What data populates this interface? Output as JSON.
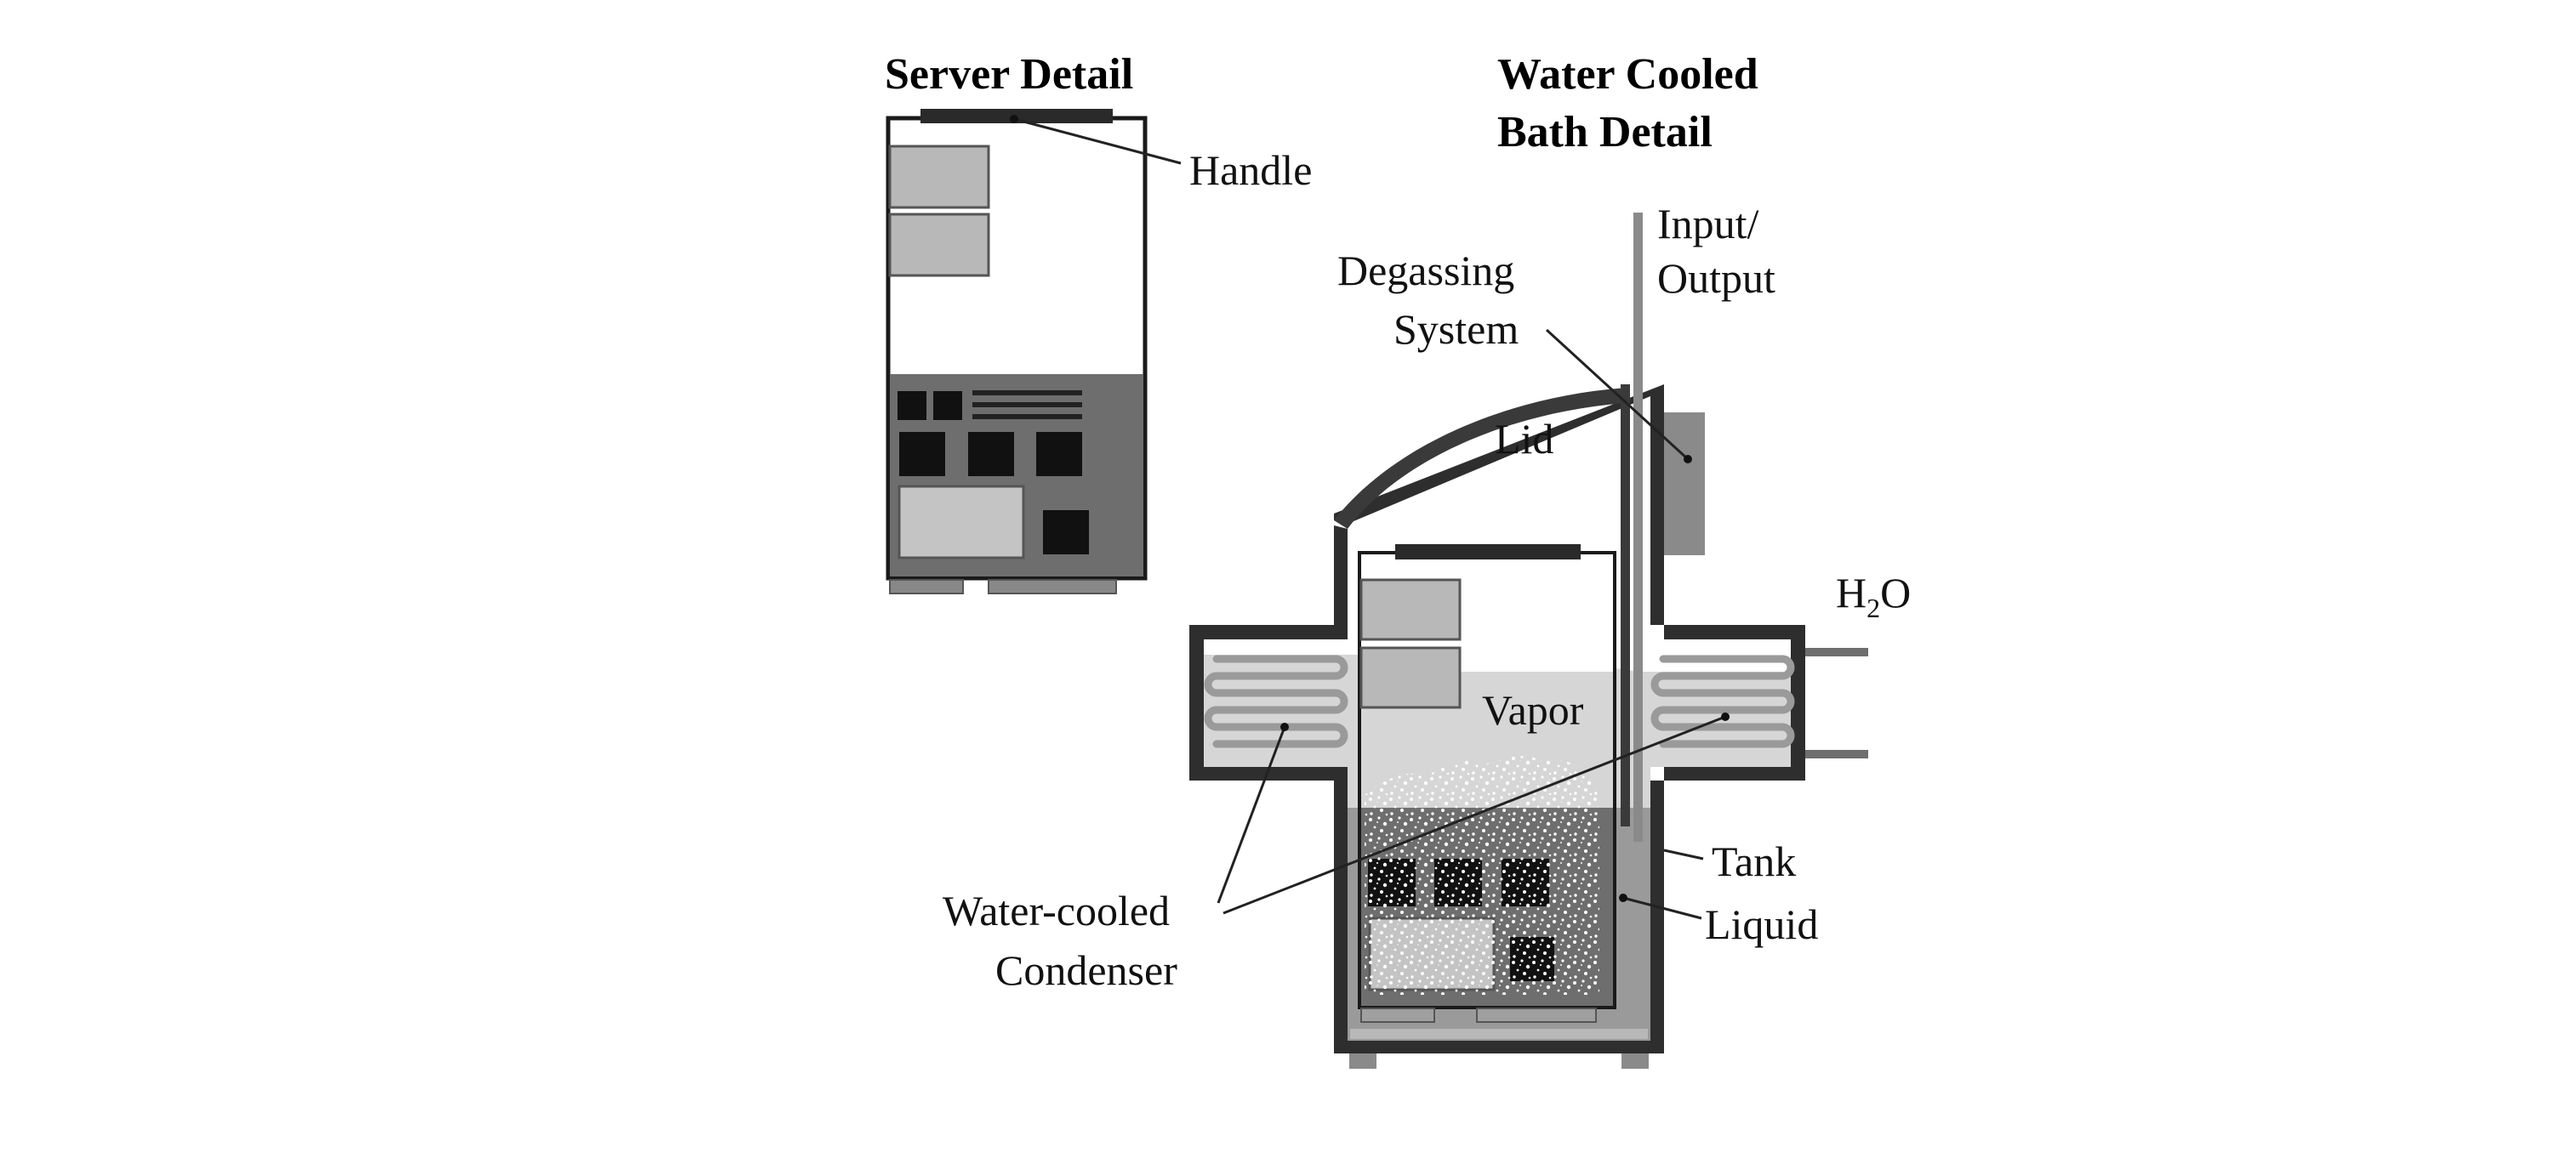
{
  "titles": {
    "server_detail": "Server Detail",
    "bath_line1": "Water Cooled",
    "bath_line2": "Bath Detail"
  },
  "labels": {
    "handle": "Handle",
    "input_output_line1": "Input/",
    "input_output_line2": "Output",
    "degassing_line1": "Degassing",
    "degassing_line2": "System",
    "lid": "Lid",
    "h2o_h": "H",
    "h2o_sub": "2",
    "h2o_o": "O",
    "vapor": "Vapor",
    "tank": "Tank",
    "liquid": "Liquid",
    "condenser_line1": "Water-cooled",
    "condenser_line2": "Condenser"
  },
  "colors": {
    "wall": "#2e2e2e",
    "mid_gray": "#6e6e6e",
    "light_gray": "#b8b8b8",
    "vapor": "#d6d6d6",
    "pipe": "#8a8a8a",
    "chip": "#111111"
  }
}
